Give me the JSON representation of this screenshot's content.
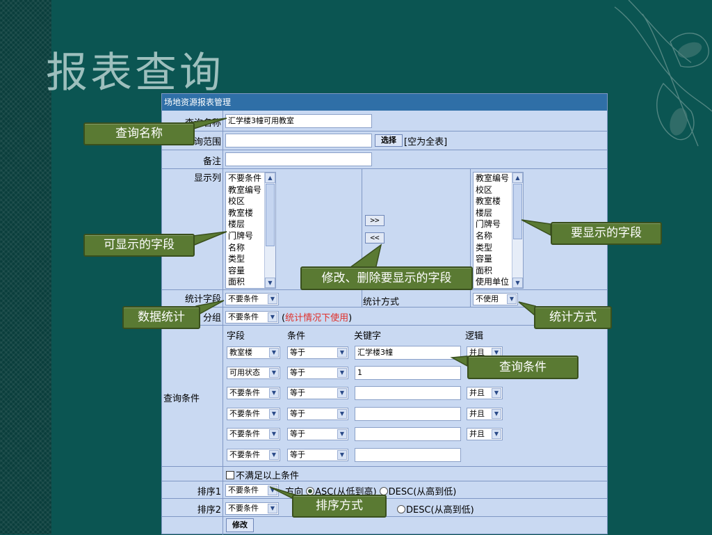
{
  "slide": {
    "title": "报表查询"
  },
  "panel": {
    "header": "场地资源报表管理",
    "query_name": {
      "label": "查询名称",
      "value": "汇学楼3幢可用教室"
    },
    "query_range": {
      "label": "询范围",
      "value": "",
      "select_label": "选择",
      "hint": "[空为全表]"
    },
    "remark": {
      "label": "备注",
      "value": ""
    },
    "display_columns": {
      "label": "显示列",
      "available": [
        "不要条件",
        "教室编号",
        "校区",
        "教室楼",
        "楼层",
        "门牌号",
        "名称",
        "类型",
        "容量",
        "面积"
      ],
      "selected": [
        "教室编号",
        "校区",
        "教室楼",
        "楼层",
        "门牌号",
        "名称",
        "类型",
        "容量",
        "面积",
        "使用单位"
      ],
      "add_label": ">>",
      "remove_label": "<<"
    },
    "stat_field": {
      "label": "统计字段",
      "value": "不要条件"
    },
    "stat_method": {
      "label": "统计方式",
      "value": "不使用"
    },
    "group": {
      "label": "分组",
      "value": "不要条件",
      "note_open": "(",
      "note": "统计情况下使用",
      "note_close": ")"
    },
    "conditions": {
      "label": "查询条件",
      "headers": {
        "field": "字段",
        "operator": "条件",
        "keyword": "关键字",
        "logic": "逻辑"
      },
      "rows": [
        {
          "field": "教室楼",
          "operator": "等于",
          "keyword": "汇学楼3幢",
          "logic": "并且"
        },
        {
          "field": "可用状态",
          "operator": "等于",
          "keyword": "1",
          "logic": ""
        },
        {
          "field": "不要条件",
          "operator": "等于",
          "keyword": "",
          "logic": "并且"
        },
        {
          "field": "不要条件",
          "operator": "等于",
          "keyword": "",
          "logic": "并且"
        },
        {
          "field": "不要条件",
          "operator": "等于",
          "keyword": "",
          "logic": "并且"
        },
        {
          "field": "不要条件",
          "operator": "等于",
          "keyword": "",
          "logic": ""
        }
      ]
    },
    "negate": {
      "label": "不满足以上条件"
    },
    "sort1": {
      "label": "排序1",
      "value": "不要条件",
      "direction_label": "方向",
      "asc": "ASC(从低到高)",
      "desc": "DESC(从高到低)"
    },
    "sort2": {
      "label": "排序2",
      "value": "不要条件",
      "desc": "DESC(从高到低)"
    },
    "submit_label": "修改"
  },
  "callouts": {
    "query_name": "查询名称",
    "available_fields": "可显示的字段",
    "edit_fields": "修改、删除要显示的字段",
    "selected_fields": "要显示的字段",
    "data_stats": "数据统计",
    "stat_method": "统计方式",
    "query_conditions": "查询条件",
    "sort_method": "排序方式"
  }
}
